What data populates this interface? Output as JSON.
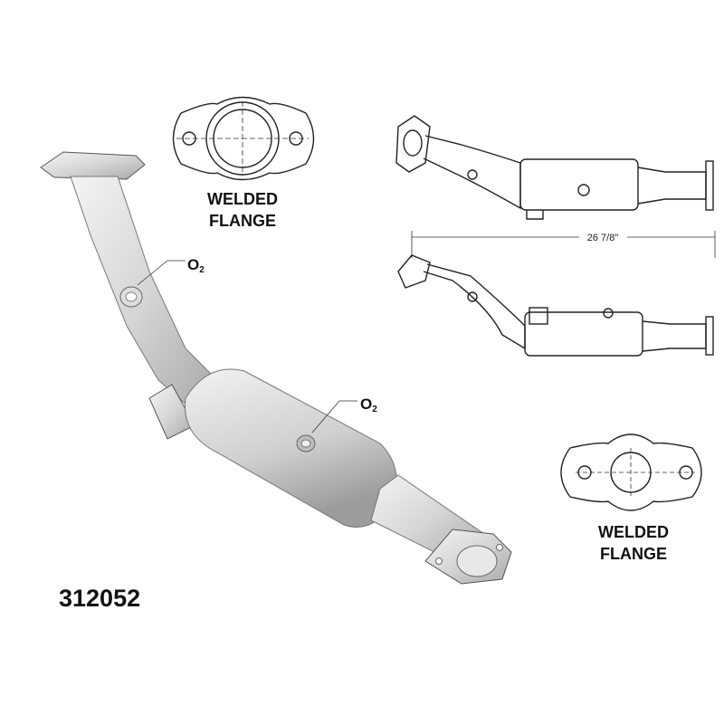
{
  "part_number": "312052",
  "top_flange": {
    "line1": "WELDED",
    "line2": "FLANGE"
  },
  "bottom_flange": {
    "line1": "WELDED",
    "line2": "FLANGE"
  },
  "sensor_labels": {
    "upper": "O",
    "upper_sub": "2",
    "lower": "O",
    "lower_sub": "2"
  },
  "dimension": "26 7/8\""
}
